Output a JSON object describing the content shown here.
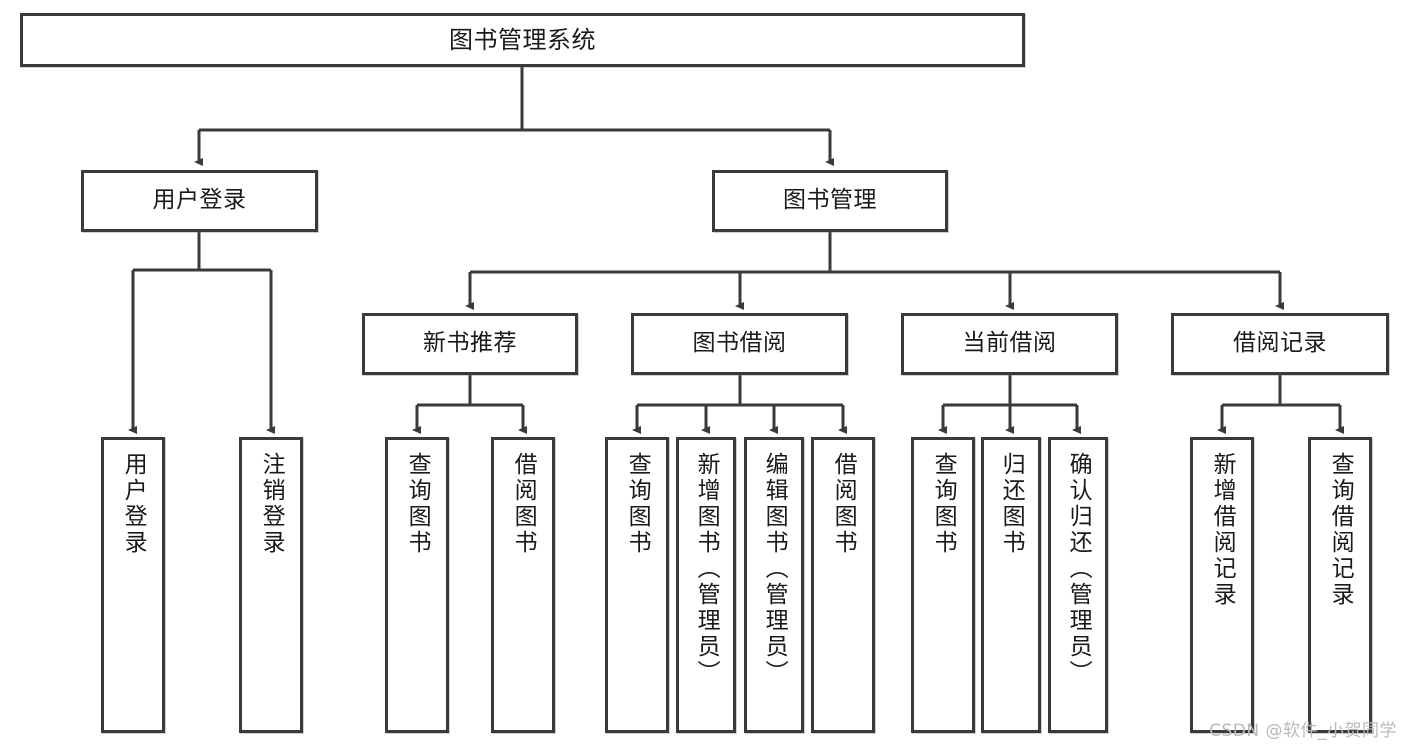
{
  "diagram": {
    "title": "图书管理系统",
    "type": "tree-hierarchy-diagram",
    "watermark": "CSDN @软件_小贺同学",
    "colors": {
      "background": "#ffffff",
      "node_border": "#3a3a3a",
      "node_fill": "#ffffff",
      "edge": "#3a3a3a",
      "text": "#1a1a1a",
      "watermark": "#b9b9b9"
    },
    "nodes": {
      "root": {
        "label": "图书管理系统"
      },
      "level2": [
        {
          "label": "用户登录"
        },
        {
          "label": "图书管理"
        }
      ],
      "level3": [
        {
          "label": "新书推荐"
        },
        {
          "label": "图书借阅"
        },
        {
          "label": "当前借阅"
        },
        {
          "label": "借阅记录"
        }
      ],
      "leaves": {
        "user_login": [
          {
            "label": "用户登录"
          },
          {
            "label": "注销登录"
          }
        ],
        "new_book_recommend": [
          {
            "label": "查询图书"
          },
          {
            "label": "借阅图书"
          }
        ],
        "book_borrow": [
          {
            "label": "查询图书"
          },
          {
            "label": "新增图书（管理员）"
          },
          {
            "label": "编辑图书（管理员）"
          },
          {
            "label": "借阅图书"
          }
        ],
        "current_borrow": [
          {
            "label": "查询图书"
          },
          {
            "label": "归还图书"
          },
          {
            "label": "确认归还（管理员）"
          }
        ],
        "borrow_record": [
          {
            "label": "新增借阅记录"
          },
          {
            "label": "查询借阅记录"
          }
        ]
      }
    }
  }
}
